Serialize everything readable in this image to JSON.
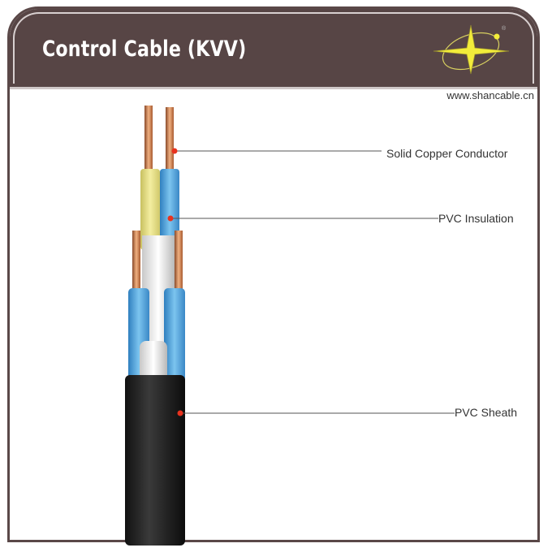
{
  "header": {
    "title": "Control Cable (KVV)",
    "logo_icon": "star-compass-logo",
    "registered_mark": "®"
  },
  "website": "www.shancable.cn",
  "callouts": [
    {
      "label": "Solid Copper Conductor"
    },
    {
      "label": "PVC Insulation"
    },
    {
      "label": "PVC Sheath"
    }
  ],
  "colors": {
    "header": "#574545",
    "copper": "#c9733f",
    "yellow_insulation": "#e8e08a",
    "blue_insulation": "#4a9fd6",
    "sheath": "#1c1c1c",
    "marker": "#e8321e"
  }
}
